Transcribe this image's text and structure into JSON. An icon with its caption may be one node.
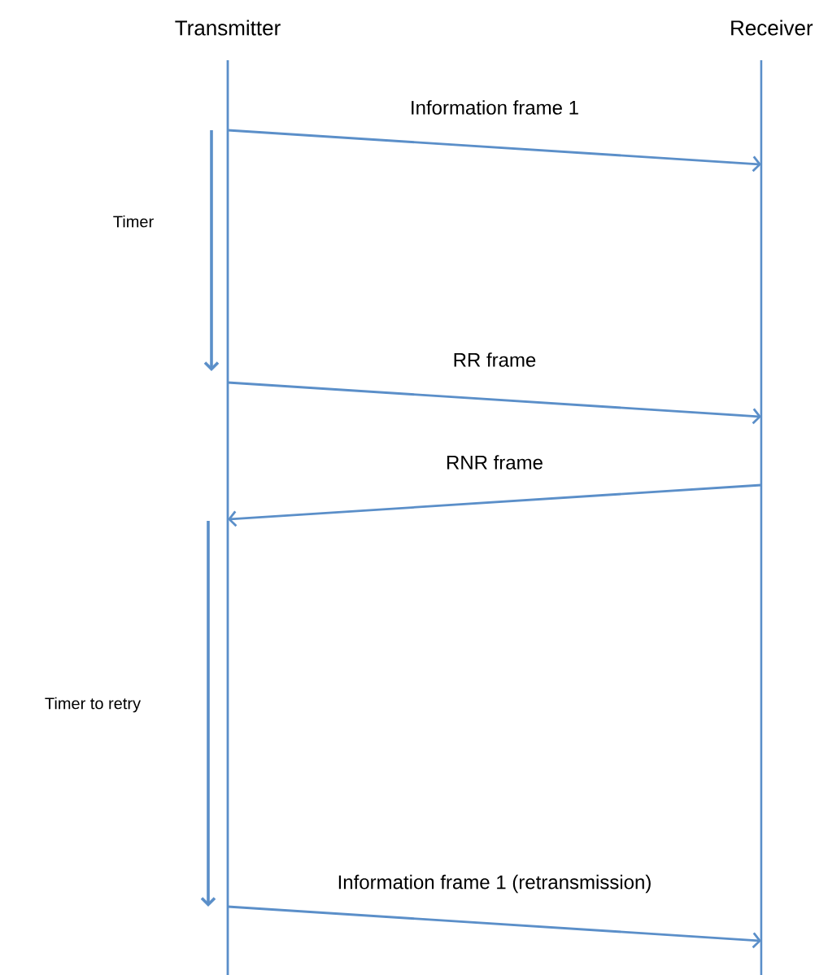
{
  "diagram": {
    "nodes": [
      {
        "text": [
          "Transmitter"
        ]
      },
      {
        "text": [
          "Receiver"
        ]
      }
    ],
    "edges": [
      {
        "from": 0,
        "to": 1,
        "arrow": "to",
        "label": "Information frame 1"
      },
      {
        "from": 0,
        "to": 1,
        "arrow": "to",
        "label": "RR frame"
      },
      {
        "from": 1,
        "to": 0,
        "arrow": "to",
        "label": "RNR frame"
      },
      {
        "from": 0,
        "to": 1,
        "arrow": "to",
        "label": "Information frame 1 (retransmission)"
      }
    ],
    "labels": [
      "Timer",
      "Timer to retry"
    ]
  }
}
